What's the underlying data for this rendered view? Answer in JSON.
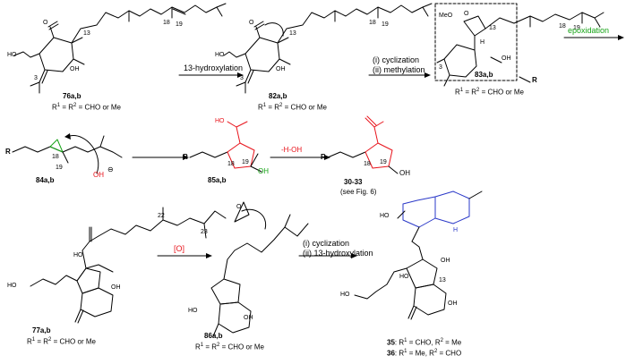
{
  "row1": {
    "c76_label": "76a,b",
    "c76_r": "R",
    "c76_r_sup": "1",
    "c76_eq": " = R",
    "c76_r2_sup": "2",
    "c76_eq_rest": " = CHO or Me",
    "arrow1_text": "13-hydroxylation",
    "c82_label": "82a,b",
    "c82_r": "R",
    "c82_r_sup": "1",
    "c82_eq": " = R",
    "c82_r2_sup": "2",
    "c82_eq_rest": " = CHO or Me",
    "arrow2_line1": "(i) cyclization",
    "arrow2_line2": "(ii) methylation",
    "c83_label": "83a,b",
    "c83_r": "R",
    "c83_r_sup": "1",
    "c83_eq": " = R",
    "c83_r2_sup": "2",
    "c83_eq_rest": " = CHO or Me",
    "meo": "MeO",
    "o": "O",
    "oh": "OH",
    "ho": "HO",
    "h": "H",
    "n13": "13",
    "n18": "18",
    "n19": "19",
    "n3": "3",
    "r_sub": "R",
    "epoxidation": "epoxidation"
  },
  "row2": {
    "c84_label": "84a,b",
    "c85_label": "85a,b",
    "dehydration": "-H-OH",
    "c30_label": "30-33",
    "see_fig": "(see Fig. 6)",
    "r": "R",
    "oh_minus": "OH",
    "minus": "⊖",
    "oh": "OH",
    "ho": "HO",
    "n18": "18",
    "n19": "19"
  },
  "row3": {
    "c77_label": "77a,b",
    "c77_r": "R",
    "c77_r_sup": "1",
    "c77_eq": " = R",
    "c77_r2_sup": "2",
    "c77_eq_rest": " = CHO or Me",
    "ox": "[O]",
    "c86_label": "86a,b",
    "c86_r": "R",
    "c86_r_sup": "1",
    "c86_eq": " = R",
    "c86_r2_sup": "2",
    "c86_eq_rest": " = CHO or Me",
    "arrow3_line1": "(i) cyclization",
    "arrow3_line2": "(ii) 13-hydroxylation",
    "c35_label": "35",
    "c35_text": ": R",
    "c35_r1_sup": "1",
    "c35_rest": " = CHO, R",
    "c35_r2_sup": "2",
    "c35_end": " = Me",
    "c36_label": "36",
    "c36_text": ": R",
    "c36_r1_sup": "1",
    "c36_rest": " = Me, R",
    "c36_r2_sup": "2",
    "c36_end": " = CHO",
    "n22": "22",
    "n23": "23",
    "n13": "13",
    "oh": "OH",
    "ho": "HO",
    "h": "H",
    "o": "O"
  },
  "colors": {
    "red": "#e8141c",
    "green": "#16a316",
    "blue": "#2a38c8",
    "black": "#000000"
  }
}
